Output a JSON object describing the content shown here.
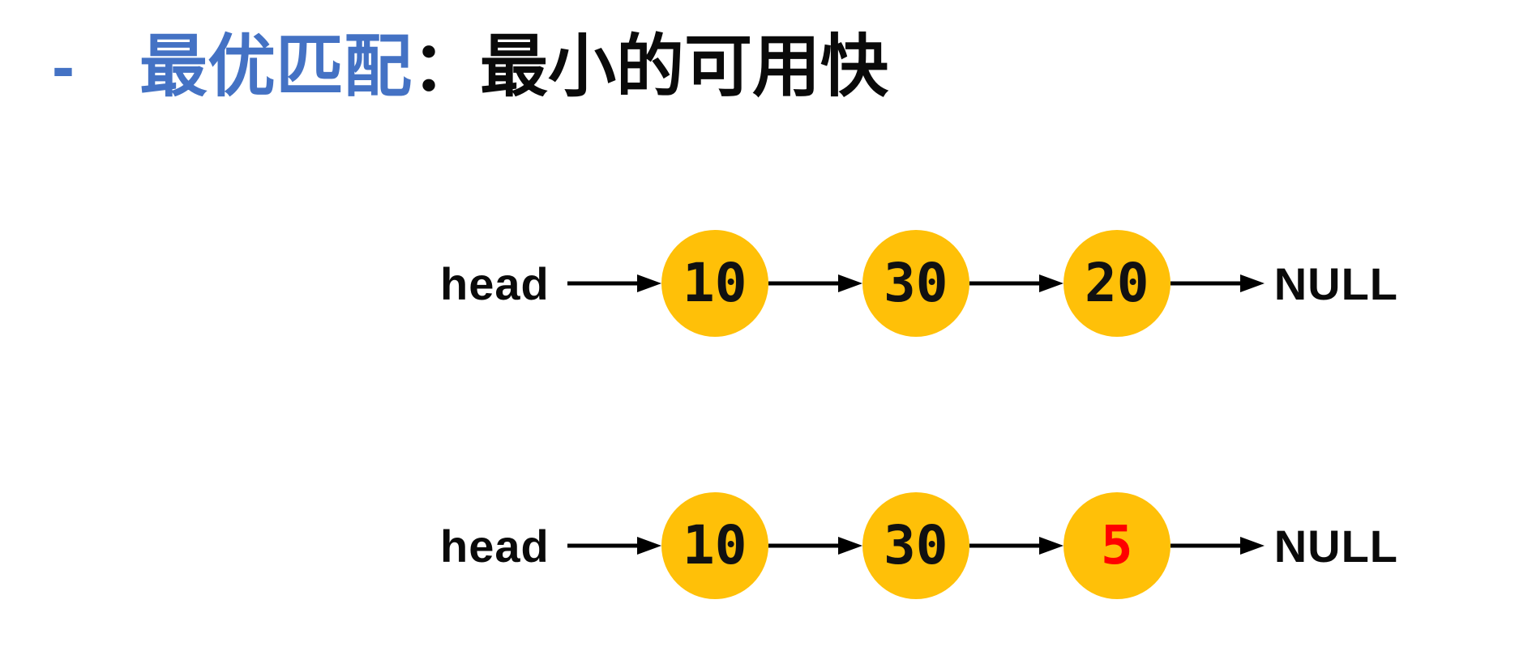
{
  "title": {
    "bullet": "-",
    "highlight": "最优匹配",
    "rest": "：最小的可用快",
    "highlight_color": "#4472C4"
  },
  "colors": {
    "node_fill": "#FFC008",
    "arrow": "#000000",
    "text": "#0a0a0a",
    "emphasis_value": "#FF0000"
  },
  "icons": {
    "arrow": "arrow-right-icon"
  },
  "lists": [
    {
      "head_label": "head",
      "tail_label": "NULL",
      "nodes": [
        {
          "value": "10",
          "color": "#111111"
        },
        {
          "value": "30",
          "color": "#111111"
        },
        {
          "value": "20",
          "color": "#111111"
        }
      ]
    },
    {
      "head_label": "head",
      "tail_label": "NULL",
      "nodes": [
        {
          "value": "10",
          "color": "#111111"
        },
        {
          "value": "30",
          "color": "#111111"
        },
        {
          "value": "5",
          "color": "#FF0000"
        }
      ]
    }
  ]
}
